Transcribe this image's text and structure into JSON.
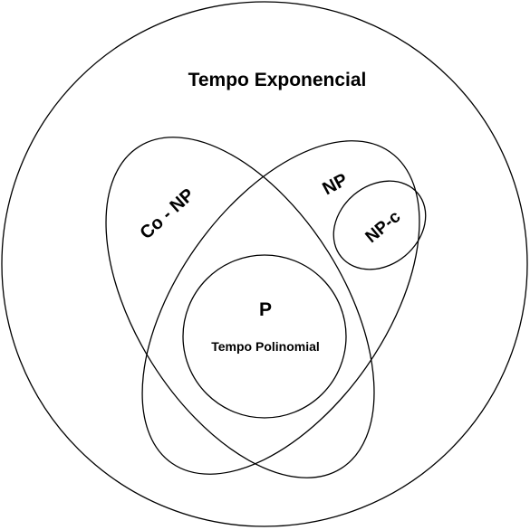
{
  "diagram": {
    "exponential_label": "Tempo Exponencial",
    "np_label": "NP",
    "conp_label": "Co - NP",
    "npc_label": "NP-c",
    "p_label": "P",
    "polynomial_label": "Tempo Polinomial"
  }
}
